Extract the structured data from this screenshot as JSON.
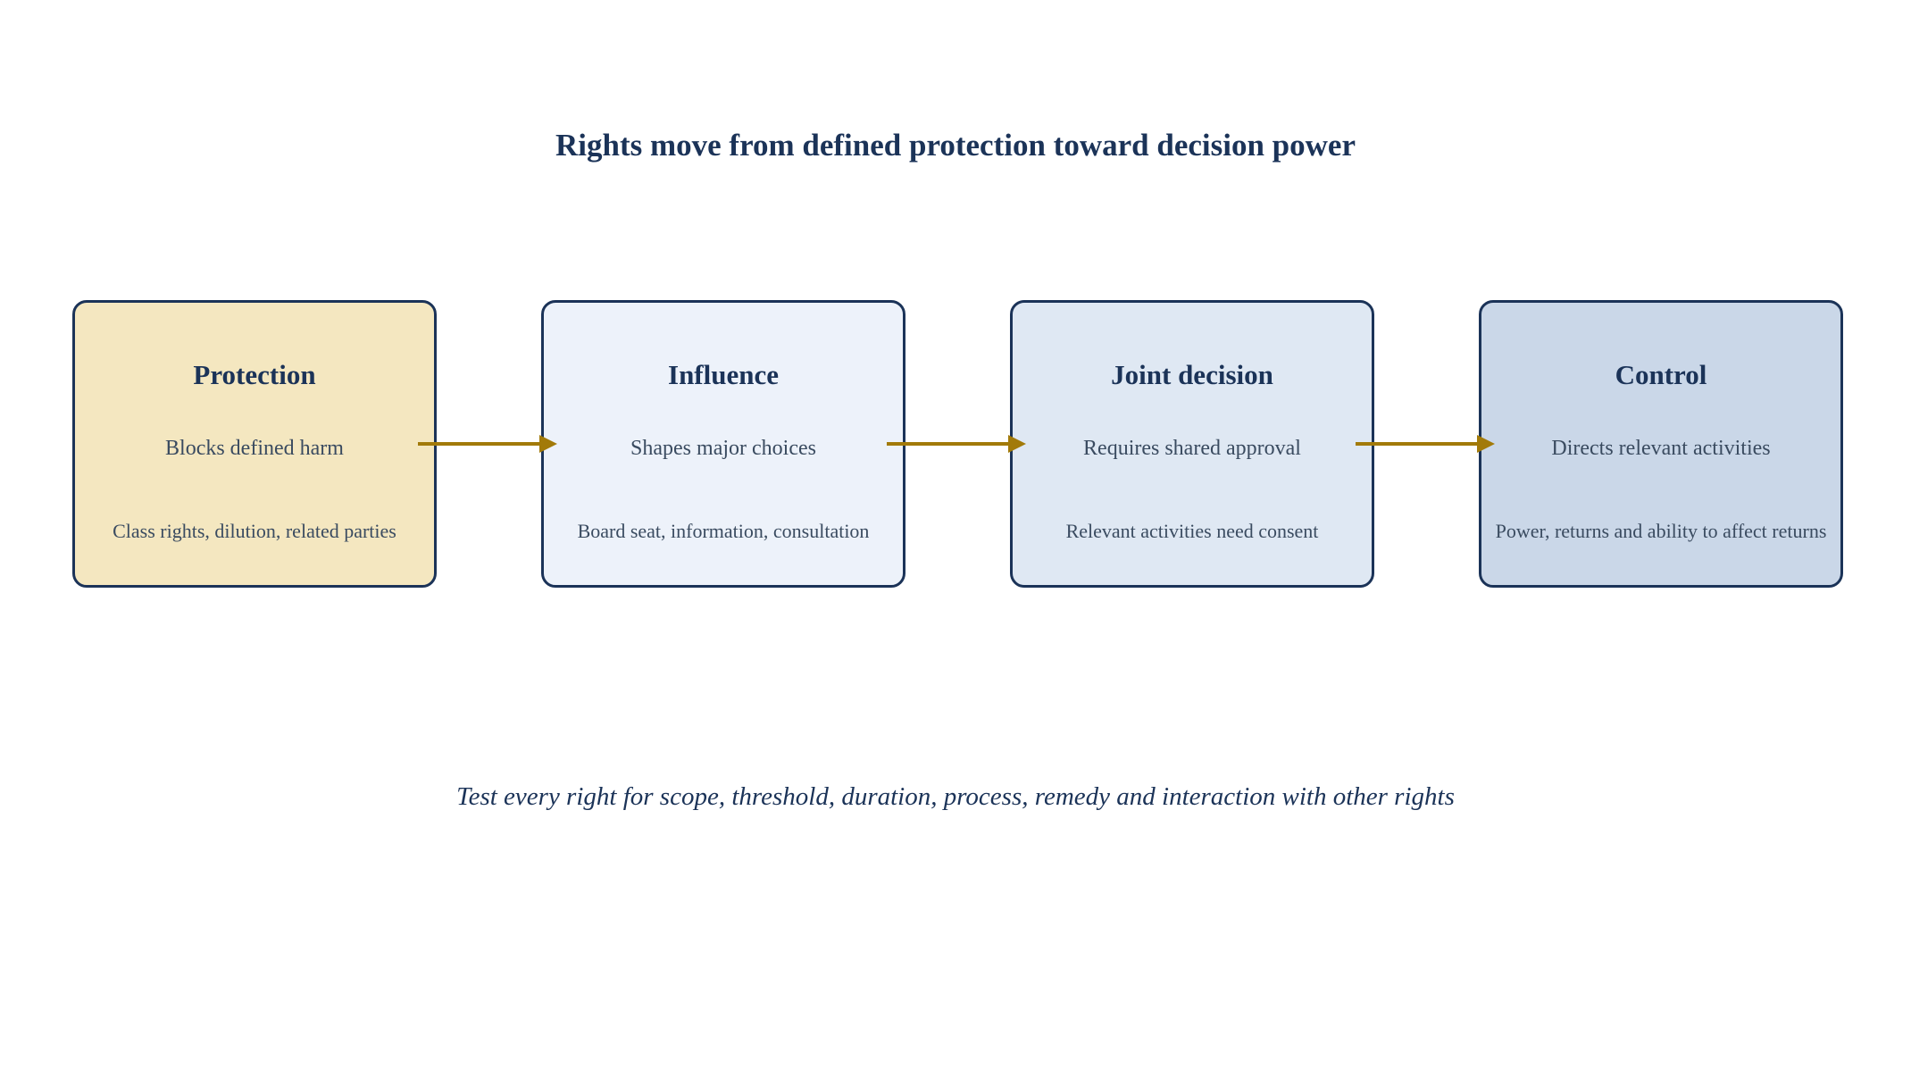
{
  "diagram": {
    "title": "Rights move from defined protection toward decision power",
    "stages": [
      {
        "title": "Protection",
        "subtitle": "Blocks defined harm",
        "detail": "Class rights, dilution, related parties",
        "fill": "#f4e7c0"
      },
      {
        "title": "Influence",
        "subtitle": "Shapes major choices",
        "detail": "Board seat, information, consultation",
        "fill": "#edf2fa"
      },
      {
        "title": "Joint decision",
        "subtitle": "Requires shared approval",
        "detail": "Relevant activities need consent",
        "fill": "#dfe8f3"
      },
      {
        "title": "Control",
        "subtitle": "Directs relevant activities",
        "detail": "Power, returns and ability to affect returns",
        "fill": "#cad7e8"
      }
    ],
    "footnote": "Test every right for scope, threshold, duration, process, remedy and interaction with other rights",
    "colors": {
      "text": "#1b3358",
      "body_text": "#3a4b60",
      "border": "#1b3358",
      "arrow": "#a27a09"
    }
  }
}
